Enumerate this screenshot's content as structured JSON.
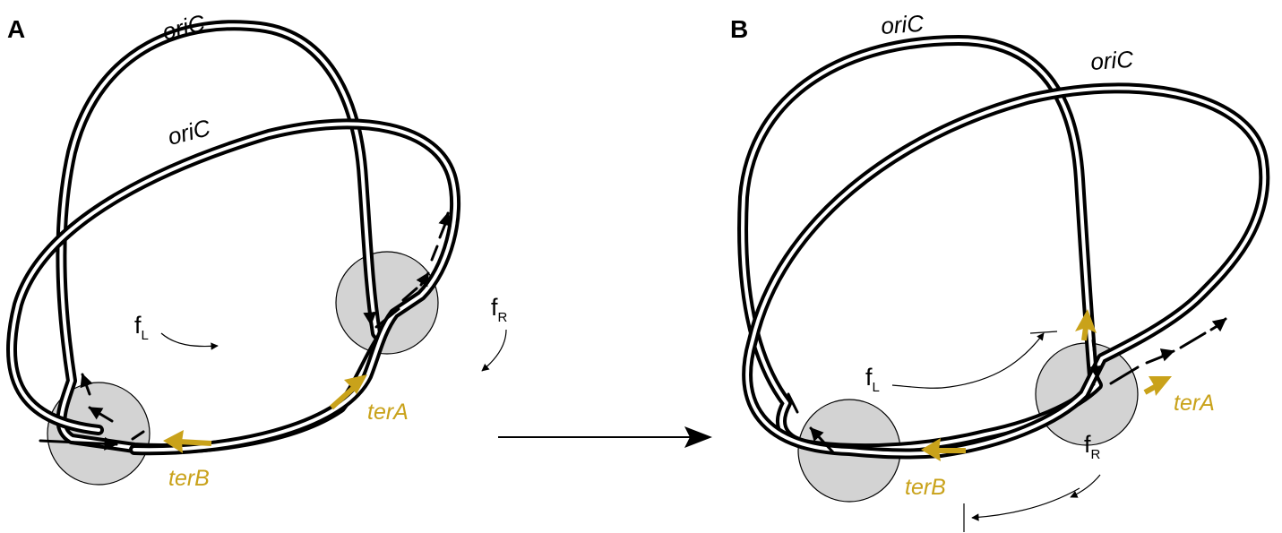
{
  "colors": {
    "ter": "#c9a21a",
    "ink": "#000000",
    "bubble": "#d3d3d3"
  },
  "panels": {
    "a": {
      "letter": "A",
      "ori_labels": [
        "oriC",
        "oriC"
      ],
      "ter_a": "terA",
      "ter_b": "terB",
      "fork_left": {
        "main": "f",
        "sub": "L"
      },
      "fork_right": {
        "main": "f",
        "sub": "R"
      }
    },
    "b": {
      "letter": "B",
      "ori_labels": [
        "oriC",
        "oriC"
      ],
      "ter_a": "terA",
      "ter_b": "terB",
      "fork_left": {
        "main": "f",
        "sub": "L"
      },
      "fork_right": {
        "main": "f",
        "sub": "R"
      }
    }
  }
}
